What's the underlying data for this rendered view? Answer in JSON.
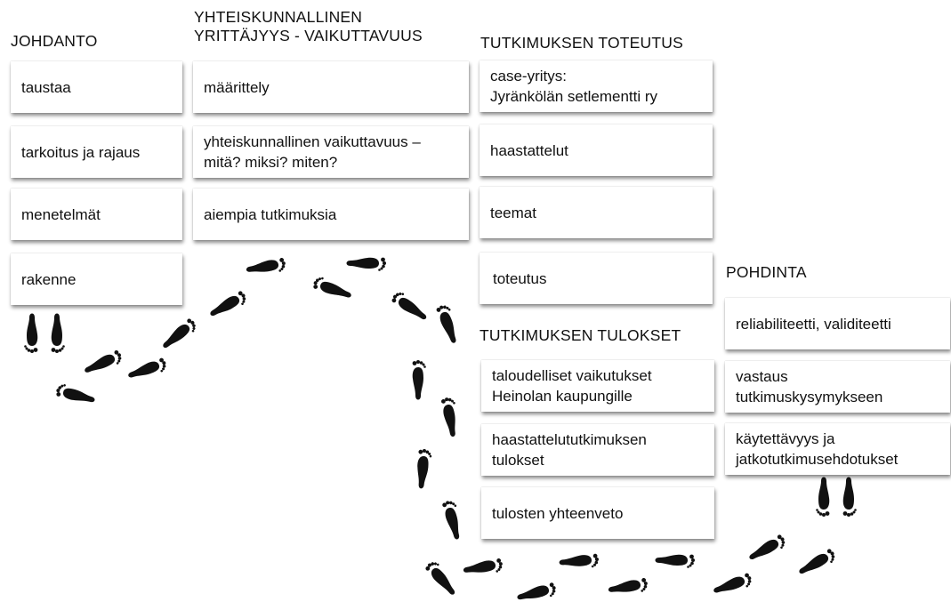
{
  "columns": {
    "johdanto": {
      "heading": "JOHDANTO",
      "items": [
        "taustaa",
        "tarkoitus ja rajaus",
        "menetelmät",
        "rakenne"
      ]
    },
    "vaikuttavuus": {
      "heading": "YHTEISKUNNALLINEN\nYRITTÄJYYS - VAIKUTTAVUUS",
      "items": [
        "määrittely",
        "yhteiskunnallinen vaikuttavuus –\nmitä? miksi? miten?",
        "aiempia tutkimuksia"
      ]
    },
    "toteutus": {
      "heading": "TUTKIMUKSEN TOTEUTUS",
      "items": [
        "case-yritys:\nJyränkölän setlementti ry",
        "haastattelut",
        "teemat",
        "toteutus"
      ]
    },
    "tulokset": {
      "heading": "TUTKIMUKSEN TULOKSET",
      "items": [
        "taloudelliset vaikutukset\nHeinolan kaupungille",
        "haastattelututkimuksen\ntulokset",
        "tulosten yhteenveto"
      ]
    },
    "pohdinta": {
      "heading": "POHDINTA",
      "items": [
        "reliabiliteetti, validiteetti",
        "vastaus\ntutkimuskysymykseen",
        "käytettävyys ja\njatkotutkimusehdotukset"
      ]
    }
  },
  "footprints": {
    "color": "#111111",
    "icon": "footprint-icon"
  }
}
